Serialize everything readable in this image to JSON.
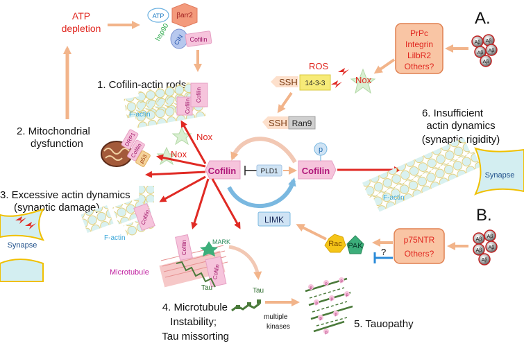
{
  "top_left": {
    "atp_depletion_1": "ATP",
    "atp_depletion_2": "depletion",
    "atp": "ATP",
    "barr2": "βarr2",
    "hsp90": "hsp90",
    "cin": "CIN",
    "cofilin": "Cofilin"
  },
  "panel_a": {
    "letter": "A.",
    "receptors": [
      "PrPc",
      "Integrin",
      "LilbR2",
      "Others?"
    ],
    "ros": "ROS",
    "ssh": "SSH",
    "p1433": "14-3-3",
    "nox": "Nox",
    "ssh2": "SSH",
    "ran9": "Ran9",
    "abeta": "Aβ"
  },
  "panel_b": {
    "letter": "B.",
    "receptors": [
      "p75NTR",
      "Others?"
    ],
    "rac": "Rac",
    "pak": "PAK",
    "q": "?",
    "limk": "LIMK"
  },
  "center": {
    "cofilin_left": "Cofilin",
    "pld1": "PLD1",
    "cofilin_right": "Cofilin",
    "p": "p",
    "nox_a": "Nox",
    "nox_b": "Nox"
  },
  "outcomes": {
    "o1": "1. Cofilin-actin rods",
    "o2_1": "2. Mitochondrial",
    "o2_2": "dysfunction",
    "o3_1": "3. Excessive actin dynamics",
    "o3_2": "(synaptic damage)",
    "o4_1": "4. Microtubule",
    "o4_2": "Instability;",
    "o4_3": "Tau missorting",
    "o5": "5. Tauopathy",
    "o6_1": "6. Insufficient",
    "o6_2": "actin dynamics",
    "o6_3": "(synaptic rigidity)"
  },
  "labels": {
    "factin": "F-actin",
    "synapse": "Synapse",
    "microtubule": "Microtubule",
    "mark": "MARK",
    "tau": "Tau",
    "multiple_kinases_1": "multiple",
    "multiple_kinases_2": "kinases",
    "cofilin": "Cofilin",
    "drp1": "DRP1",
    "p53": "p53",
    "p": "p"
  },
  "colors": {
    "red_arrow": "#e02a24",
    "orange_arrow": "#f2b48a",
    "blue_arrow": "#7ab8e0",
    "cofilin_pink": "#f6c4dc",
    "actin_bead": "#d9f1f0",
    "receptor_box": "#f9c5a4",
    "text_red": "#e0261f"
  }
}
